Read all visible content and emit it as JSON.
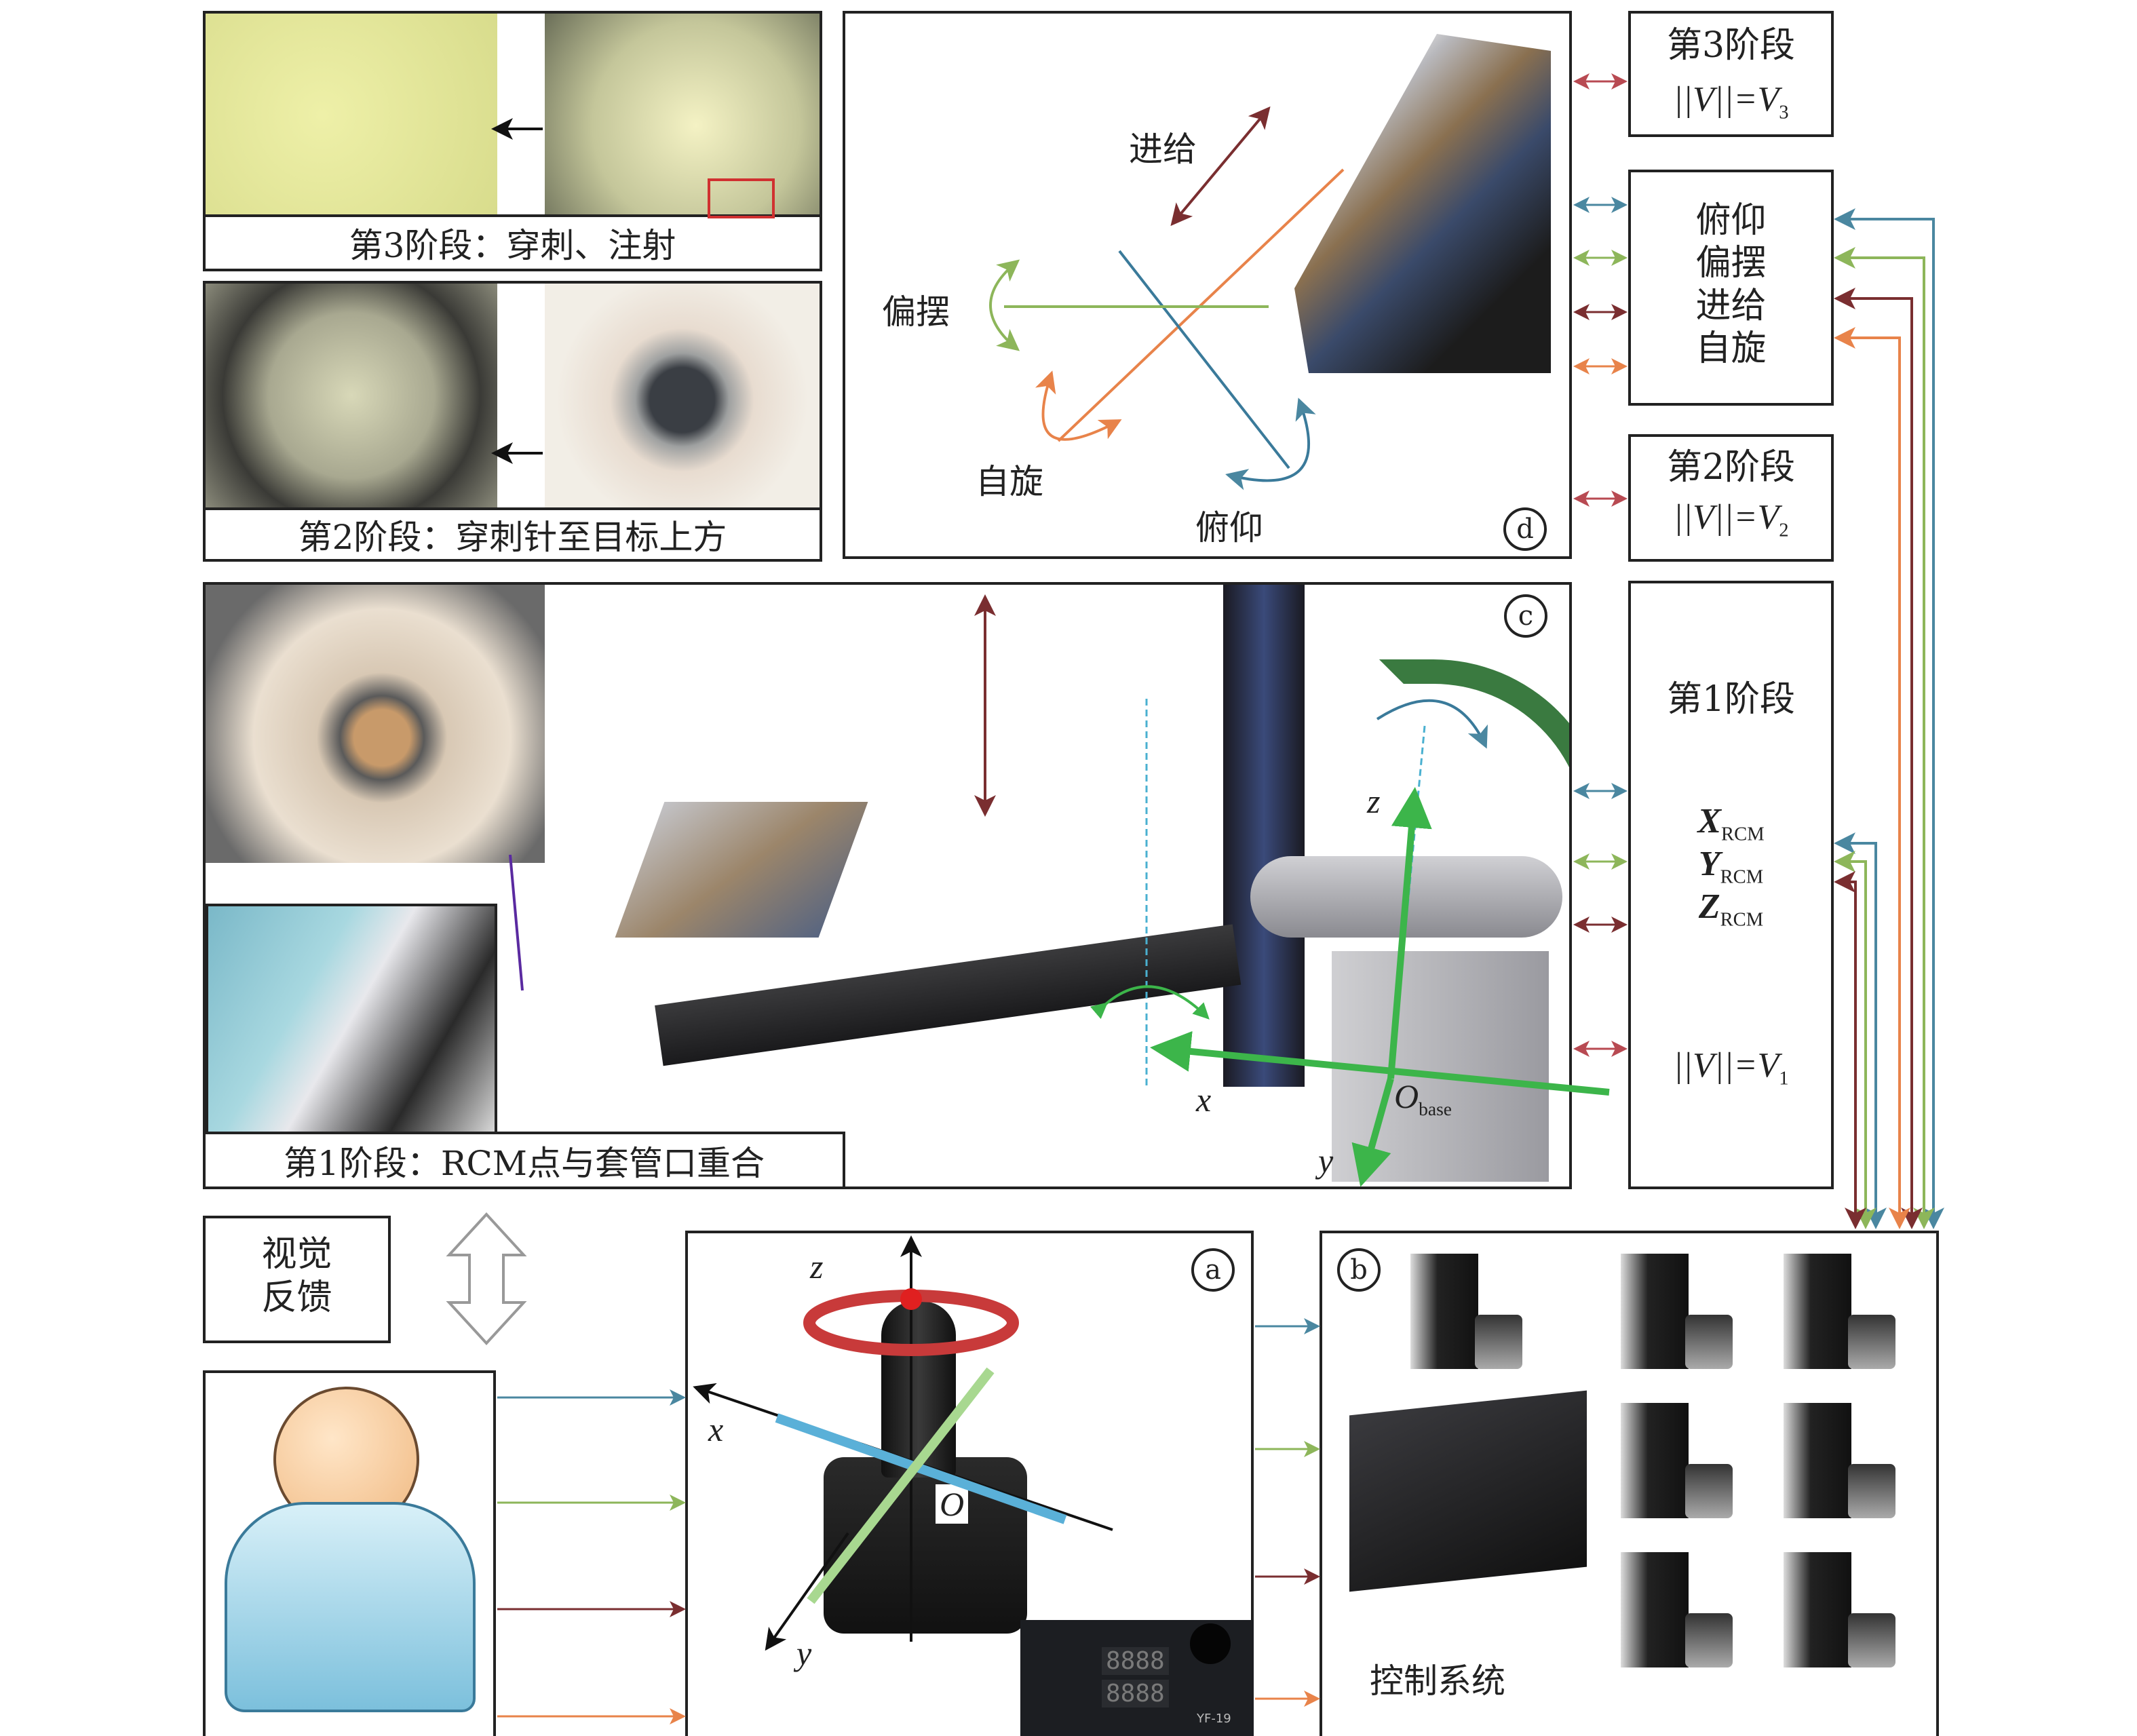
{
  "stage3_photo": {
    "caption": "第3阶段：穿刺、注射"
  },
  "stage2_photo": {
    "caption": "第2阶段：穿刺针至目标上方"
  },
  "stage1_photo": {
    "caption": "第1阶段：RCM点与套管口重合"
  },
  "panel_d": {
    "label": "d",
    "motions": {
      "feed": "进给",
      "yaw": "偏摆",
      "roll": "自旋",
      "pitch": "俯仰"
    }
  },
  "panel_c": {
    "label": "c",
    "axes": {
      "z": "z",
      "x": "x",
      "y": "y",
      "origin": "O",
      "origin_sub": "base"
    }
  },
  "panel_a": {
    "label": "a",
    "axes": {
      "z": "z",
      "x": "x",
      "y": "y",
      "origin": "O"
    },
    "display_digits": [
      "8888",
      "8888"
    ],
    "device_model": "YF-19"
  },
  "panel_b": {
    "label": "b",
    "title": "控制系统"
  },
  "visual_feedback": {
    "line1": "视觉",
    "line2": "反馈"
  },
  "stage_boxes": {
    "stage3": {
      "title": "第3阶段",
      "speed_lhs": "||V||=",
      "speed_var": "V",
      "speed_sub": "3"
    },
    "motions": {
      "items": [
        "俯仰",
        "偏摆",
        "进给",
        "自旋"
      ]
    },
    "stage2": {
      "title": "第2阶段",
      "speed_lhs": "||V||=",
      "speed_var": "V",
      "speed_sub": "2"
    },
    "stage1": {
      "title": "第1阶段",
      "coords": [
        {
          "var": "X",
          "sub": "RCM"
        },
        {
          "var": "Y",
          "sub": "RCM"
        },
        {
          "var": "Z",
          "sub": "RCM"
        }
      ],
      "speed_lhs": "||V||=",
      "speed_var": "V",
      "speed_sub": "1"
    }
  },
  "colors": {
    "teal": "#4a87a0",
    "green": "#8db65a",
    "darkred": "#7a2e30",
    "orange": "#e8834a",
    "red": "#b84a52",
    "axis_green": "#3cb54a"
  }
}
